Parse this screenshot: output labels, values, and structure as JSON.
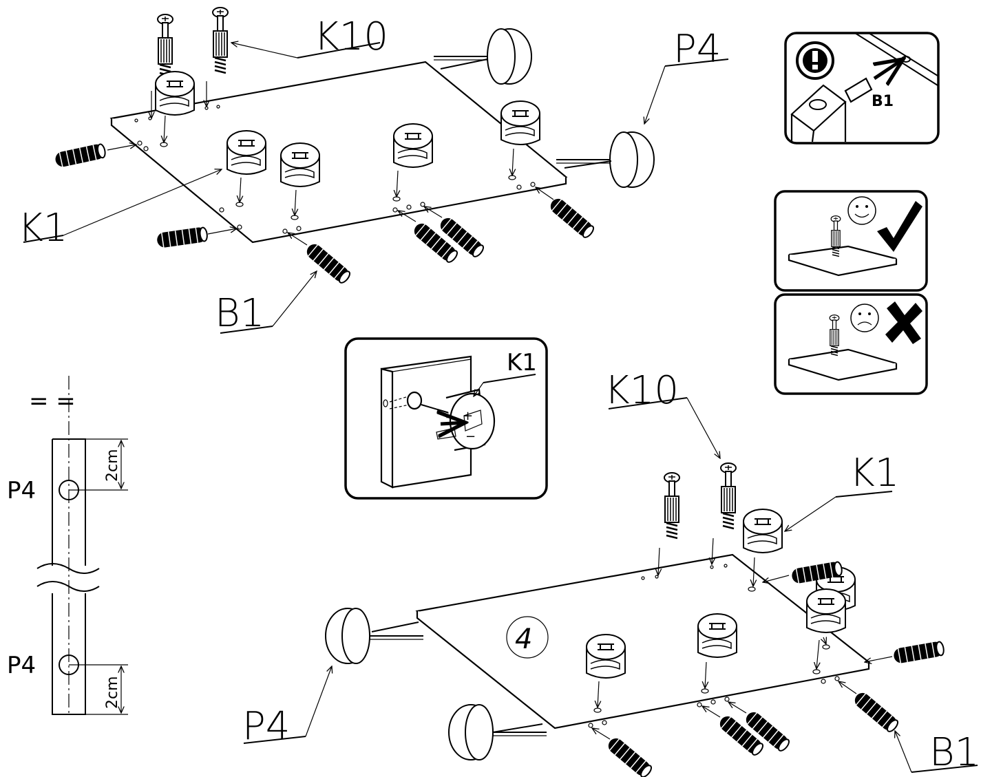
{
  "labels": {
    "k10_top": "K10",
    "p4_top": "P4",
    "k1_left": "K1",
    "b1_top": "B1",
    "k1_inset": "K1",
    "k10_bottom": "K10",
    "k1_bottom": "K1",
    "p4_bottom": "P4",
    "b1_bottom": "B1",
    "b1_warning": "B1",
    "panel_number": "4"
  },
  "measure": {
    "p4_upper": "P4",
    "p4_lower": "P4",
    "dim_upper": "2cm",
    "dim_lower": "2cm",
    "equal_mark": "=  =",
    "centerline": "|"
  },
  "icons": [
    "warning-exclamation-icon",
    "smiley-happy-icon",
    "checkmark-icon",
    "smiley-sad-icon",
    "cross-icon"
  ]
}
